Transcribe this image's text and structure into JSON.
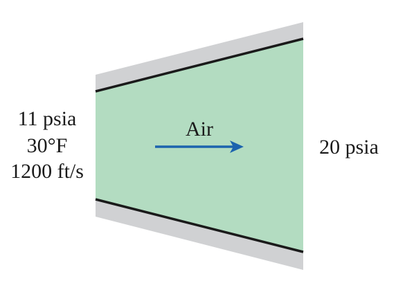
{
  "inlet": {
    "pressure": "11 psia",
    "temperature": "30°F",
    "velocity": "1200 ft/s"
  },
  "fluid": {
    "label": "Air"
  },
  "outlet": {
    "pressure": "20 psia"
  },
  "colors": {
    "fluid_fill": "#b3dcc1",
    "wall_fill": "#d0d1d3",
    "wall_line": "#1a1a1a",
    "arrow": "#1c63ae",
    "text": "#1a1a1a"
  }
}
